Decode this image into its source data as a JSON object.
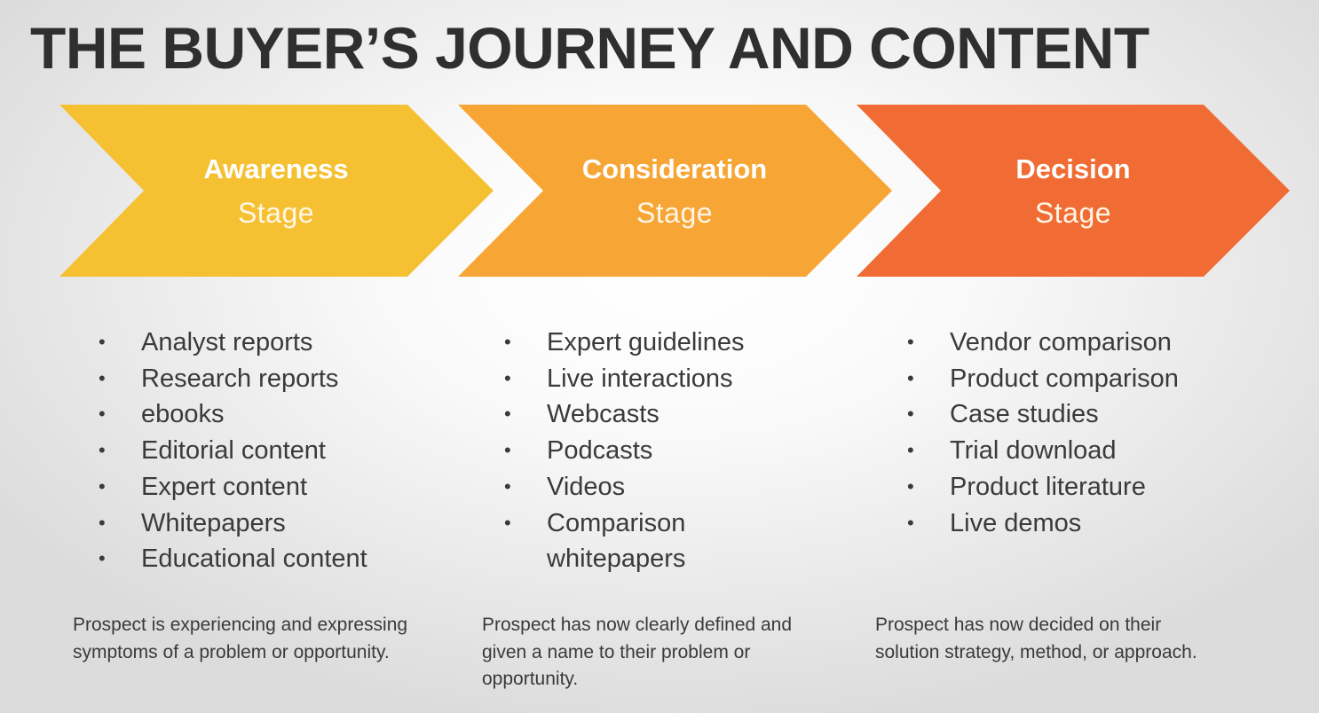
{
  "title": "THE BUYER’S JOURNEY AND CONTENT",
  "stages": [
    {
      "name": "Awareness",
      "sub": "Stage",
      "color": "#F5C132",
      "items": [
        "Analyst reports",
        "Research reports",
        "ebooks",
        "Editorial content",
        "Expert content",
        "Whitepapers",
        "Educational content"
      ],
      "description": "Prospect is experiencing and expressing symptoms of a problem or opportunity."
    },
    {
      "name": "Consideration",
      "sub": "Stage",
      "color": "#F7A535",
      "items": [
        "Expert guidelines",
        "Live interactions",
        "Webcasts",
        "Podcasts",
        "Videos",
        "Comparison whitepapers"
      ],
      "description": "Prospect has now clearly defined and given a name to their problem or opportunity."
    },
    {
      "name": "Decision",
      "sub": "Stage",
      "color": "#F16C34",
      "items": [
        "Vendor comparison",
        "Product comparison",
        "Case studies",
        "Trial download",
        "Product literature",
        "Live demos"
      ],
      "description": "Prospect has now decided on their solution strategy, method, or approach."
    }
  ],
  "bullet_glyph": "•"
}
